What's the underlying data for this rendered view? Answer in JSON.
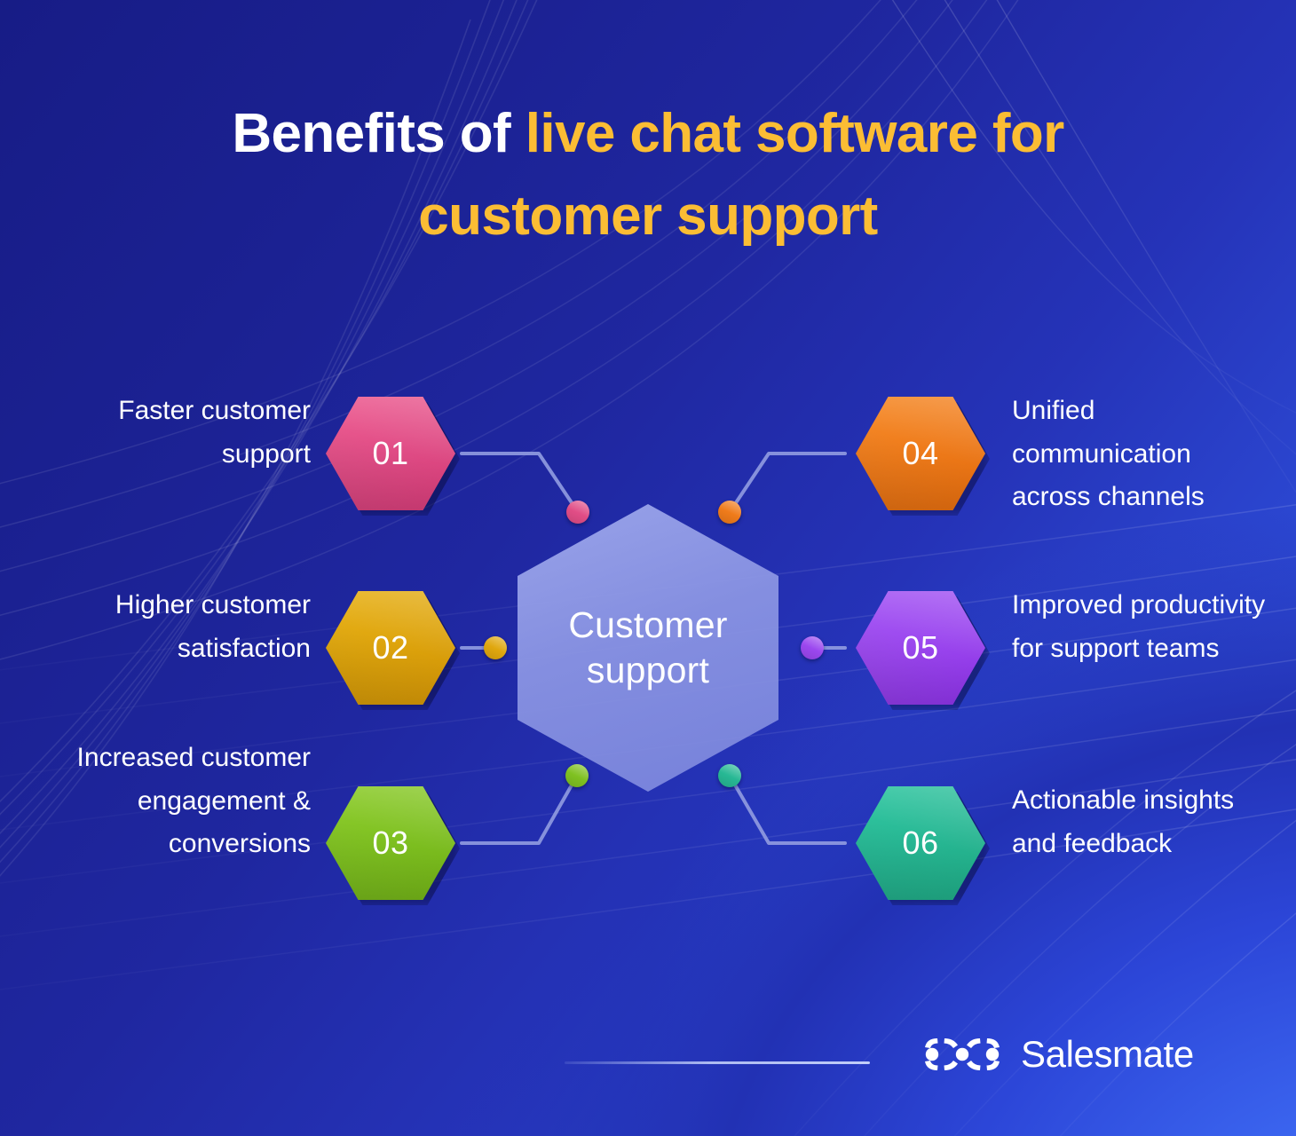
{
  "title": {
    "line1_plain": "Benefits of ",
    "line1_accent": "live chat software for",
    "line2_accent": "customer support"
  },
  "center": {
    "label": "Customer\nsupport",
    "label_line1": "Customer",
    "label_line2": "support",
    "fill": "#8d97e4"
  },
  "nodes": [
    {
      "number": "01",
      "caption": "Faster customer support",
      "color": "#e14d86",
      "color_hex": "#e14d86",
      "side": "left"
    },
    {
      "number": "02",
      "caption": "Higher customer satisfaction",
      "color": "#e0a70e",
      "color_hex": "#e0a70e",
      "side": "left"
    },
    {
      "number": "03",
      "caption": "Increased customer engagement & conversions",
      "color": "#7fc121",
      "color_hex": "#7fc121",
      "side": "left"
    },
    {
      "number": "04",
      "caption": "Unified communication across channels",
      "color": "#ef7b1a",
      "color_hex": "#ef7b1a",
      "side": "right"
    },
    {
      "number": "05",
      "caption": "Improved productivity for support teams",
      "color": "#9b47ef",
      "color_hex": "#9b47ef",
      "side": "right"
    },
    {
      "number": "06",
      "caption": "Actionable insights and feedback",
      "color": "#27b894",
      "color_hex": "#27b894",
      "side": "right"
    }
  ],
  "brand": {
    "name": "Salesmate",
    "logo_icon": "salesmate-link-icon"
  },
  "theme": {
    "background_dark": "#171c86",
    "background_light": "#3a63ee",
    "title_accent": "#fbbd34",
    "text": "#ffffff"
  }
}
